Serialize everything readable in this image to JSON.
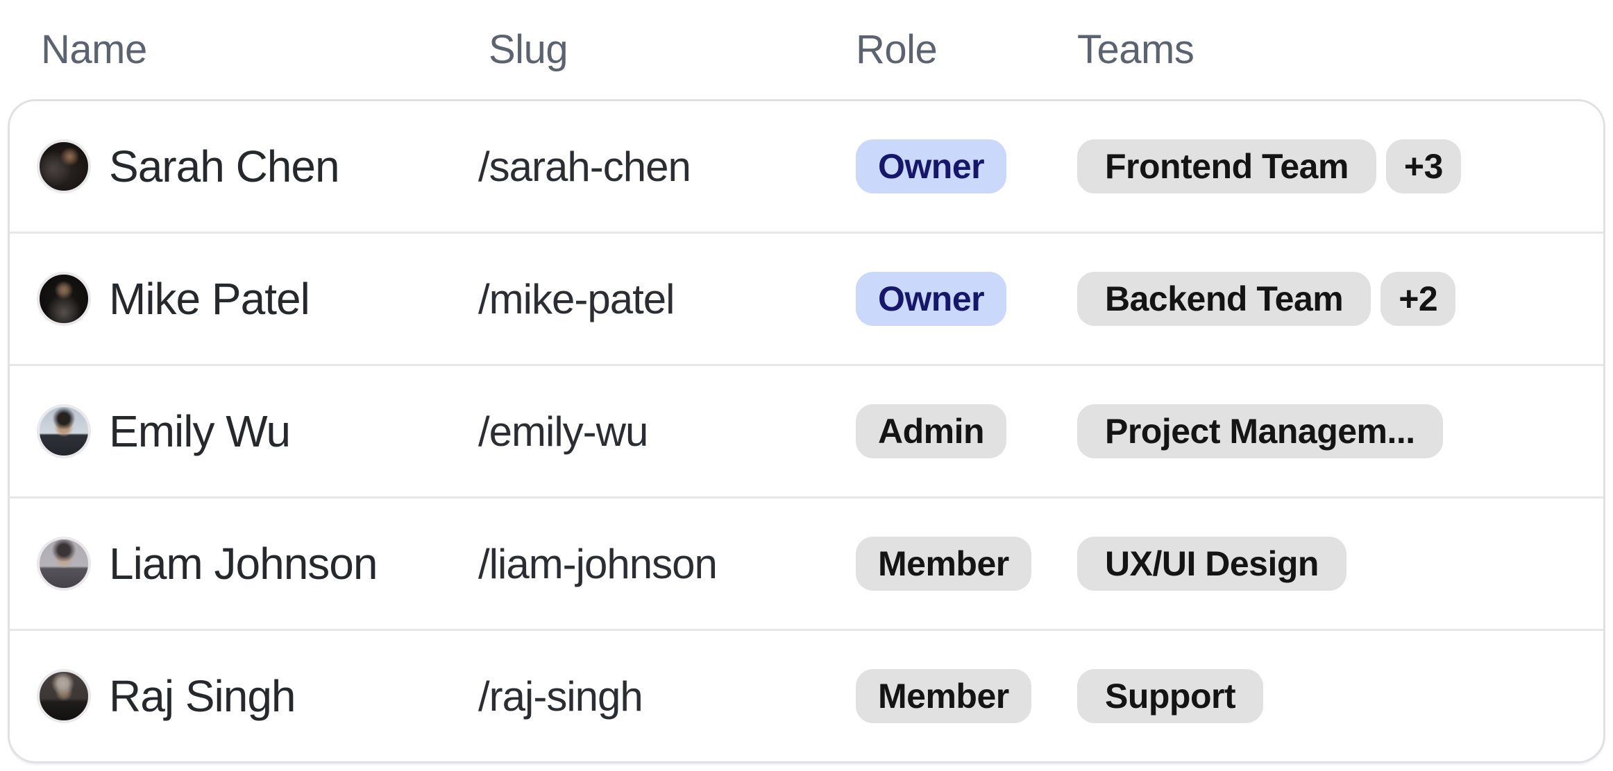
{
  "table": {
    "columns": [
      {
        "label": "Name"
      },
      {
        "label": "Slug"
      },
      {
        "label": "Role"
      },
      {
        "label": "Teams"
      }
    ],
    "rows": [
      {
        "name": "Sarah Chen",
        "slug": "/sarah-chen",
        "role": "Owner",
        "role_variant": "owner",
        "teams": [
          "Frontend Team"
        ],
        "extra": "+3",
        "avatar": "sarah-chen"
      },
      {
        "name": "Mike Patel",
        "slug": "/mike-patel",
        "role": "Owner",
        "role_variant": "owner",
        "teams": [
          "Backend Team"
        ],
        "extra": "+2",
        "avatar": "mike-patel"
      },
      {
        "name": "Emily Wu",
        "slug": "/emily-wu",
        "role": "Admin",
        "role_variant": "default",
        "teams": [
          "Project Managem..."
        ],
        "extra": null,
        "avatar": "emily-wu"
      },
      {
        "name": "Liam Johnson",
        "slug": "/liam-johnson",
        "role": "Member",
        "role_variant": "default",
        "teams": [
          "UX/UI Design"
        ],
        "extra": null,
        "avatar": "liam-johnson"
      },
      {
        "name": "Raj Singh",
        "slug": "/raj-singh",
        "role": "Member",
        "role_variant": "default",
        "teams": [
          "Support"
        ],
        "extra": null,
        "avatar": "raj-singh"
      }
    ]
  },
  "colors": {
    "header_text": "#5b6270",
    "name_text": "#26282c",
    "slug_text": "#2b2d32",
    "owner_badge_bg": "#cad8fb",
    "owner_badge_text": "#16166b",
    "gray_badge_bg": "#e1e1e1",
    "gray_badge_text": "#141414",
    "card_border": "#e1e1e4",
    "row_divider": "#e7e7ea",
    "background": "#ffffff"
  }
}
